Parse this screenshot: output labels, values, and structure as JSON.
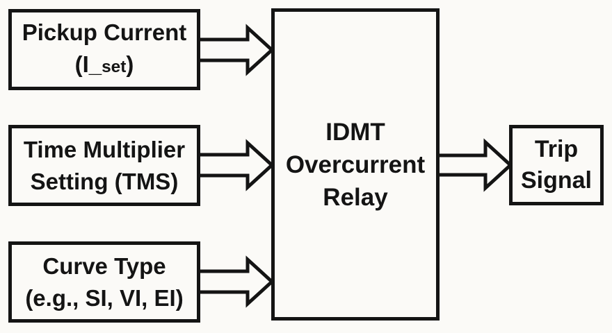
{
  "diagram": {
    "title": "IDMT Overcurrent Relay block diagram",
    "colors": {
      "background": "#fbfaf7",
      "line": "#141414",
      "text": "#141414"
    },
    "boxes": {
      "pickup": {
        "line1": "Pickup Current",
        "line2_prefix": "(I_",
        "line2_sub": "set",
        "line2_suffix": ")"
      },
      "tms": {
        "line1": "Time Multiplier",
        "line2": "Setting (TMS)"
      },
      "curve": {
        "line1": "Curve Type",
        "line2": "(e.g., SI, VI, EI)"
      },
      "relay": {
        "line1": "IDMT",
        "line2": "Overcurrent",
        "line3": "Relay"
      },
      "trip": {
        "line1": "Trip",
        "line2": "Signal"
      }
    },
    "connections": [
      {
        "from": "pickup",
        "to": "relay"
      },
      {
        "from": "tms",
        "to": "relay"
      },
      {
        "from": "curve",
        "to": "relay"
      },
      {
        "from": "relay",
        "to": "trip"
      }
    ]
  }
}
